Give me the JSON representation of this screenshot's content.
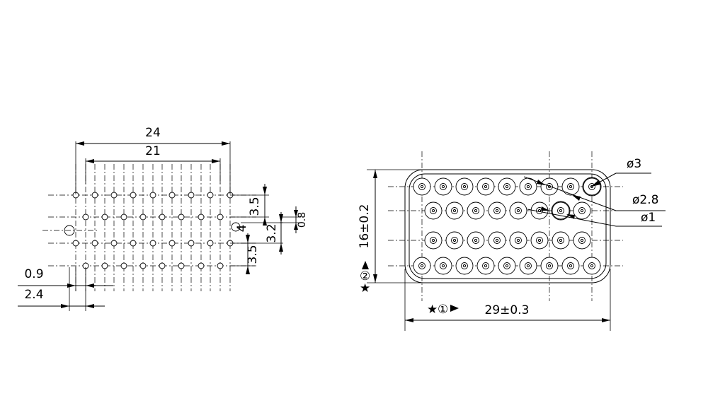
{
  "left_view": {
    "dim_total_width": "24",
    "dim_pitch_span": "21",
    "dim_left_offset": "0.9",
    "dim_left_edge": "2.4",
    "dim_row_spacing_top": "3.5",
    "dim_row_spacing_bottom": "3.5",
    "dim_center_offset": "3.2",
    "dim_small_gap": "0.8",
    "dim_hole_label": "4"
  },
  "right_view": {
    "dim_diameter_large": "ø3",
    "dim_diameter_medium": "ø2.8",
    "dim_diameter_small": "ø1",
    "dim_height": "16±0.2",
    "dim_width": "29±0.3",
    "datum_1": "①",
    "datum_2": "②",
    "datum_star": "★"
  },
  "colors": {
    "line": "#000000",
    "background": "#ffffff"
  }
}
